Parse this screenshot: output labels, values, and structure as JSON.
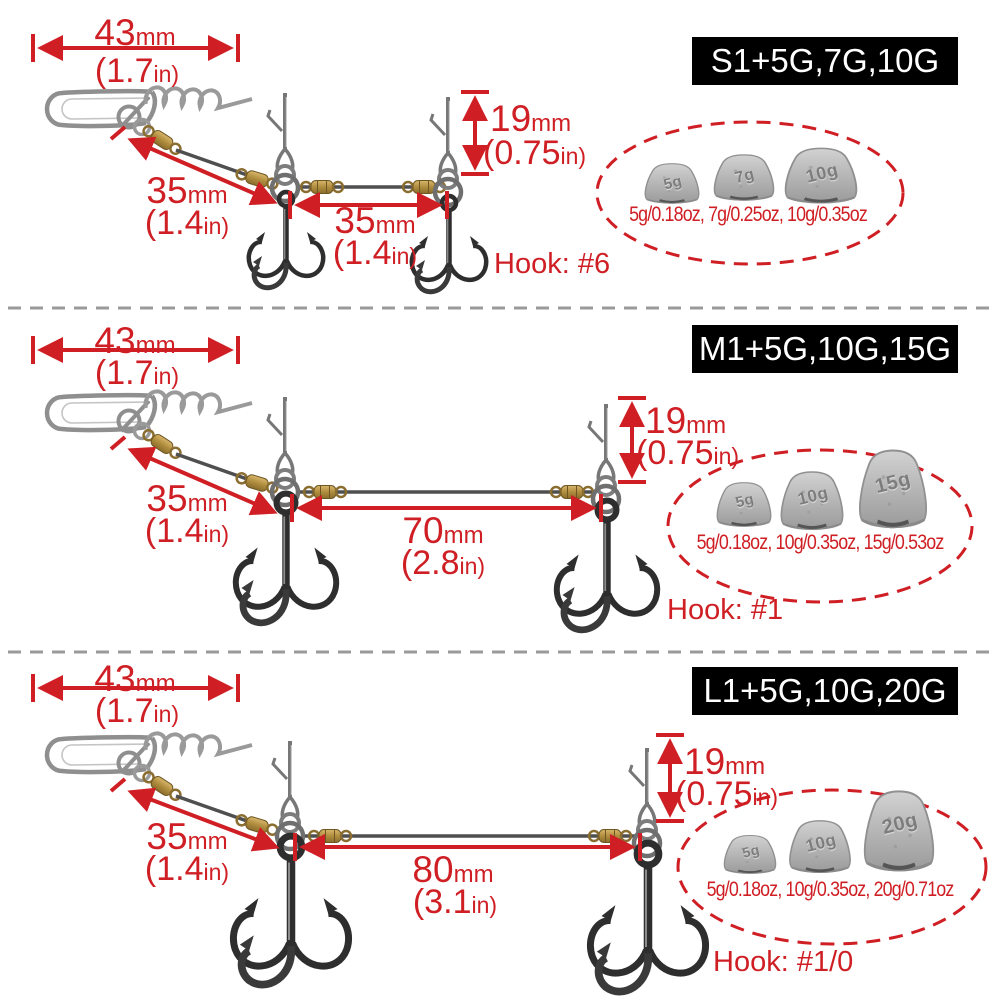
{
  "colors": {
    "accent_red": "#cf1f24",
    "label_bg": "#000000",
    "label_fg": "#ffffff",
    "divider_gray": "#9a9a9a",
    "hardware_gray": "#8f8f8f",
    "brass": "#b08d3e"
  },
  "sections": [
    {
      "id": "S1",
      "label": "S1+5G,7G,10G",
      "hook": "Hook: #6",
      "weights_caption": "5g/0.18oz, 7g/0.25oz, 10g/0.35oz",
      "weight_marks": [
        "5g",
        "7g",
        "10g"
      ],
      "dims": {
        "snap": {
          "num": "43",
          "unit": "mm",
          "alt": "(1.7",
          "alt_unit": "in)"
        },
        "leader": {
          "num": "35",
          "unit": "mm",
          "alt": "(1.4",
          "alt_unit": "in)"
        },
        "span": {
          "num": "35",
          "unit": "mm",
          "alt": "(1.4",
          "alt_unit": "in)"
        },
        "drop": {
          "num": "19",
          "unit": "mm",
          "alt": "(0.75",
          "alt_unit": "in)"
        }
      }
    },
    {
      "id": "M1",
      "label": "M1+5G,10G,15G",
      "hook": "Hook: #1",
      "weights_caption": "5g/0.18oz, 10g/0.35oz, 15g/0.53oz",
      "weight_marks": [
        "5g",
        "10g",
        "15g"
      ],
      "dims": {
        "snap": {
          "num": "43",
          "unit": "mm",
          "alt": "(1.7",
          "alt_unit": "in)"
        },
        "leader": {
          "num": "35",
          "unit": "mm",
          "alt": "(1.4",
          "alt_unit": "in)"
        },
        "span": {
          "num": "70",
          "unit": "mm",
          "alt": "(2.8",
          "alt_unit": "in)"
        },
        "drop": {
          "num": "19",
          "unit": "mm",
          "alt": "(0.75",
          "alt_unit": "in)"
        }
      }
    },
    {
      "id": "L1",
      "label": "L1+5G,10G,20G",
      "hook": "Hook: #1/0",
      "weights_caption": "5g/0.18oz, 10g/0.35oz, 20g/0.71oz",
      "weight_marks": [
        "5g",
        "10g",
        "20g"
      ],
      "dims": {
        "snap": {
          "num": "43",
          "unit": "mm",
          "alt": "(1.7",
          "alt_unit": "in)"
        },
        "leader": {
          "num": "35",
          "unit": "mm",
          "alt": "(1.4",
          "alt_unit": "in)"
        },
        "span": {
          "num": "80",
          "unit": "mm",
          "alt": "(3.1",
          "alt_unit": "in)"
        },
        "drop": {
          "num": "19",
          "unit": "mm",
          "alt": "(0.75",
          "alt_unit": "in)"
        }
      }
    }
  ]
}
